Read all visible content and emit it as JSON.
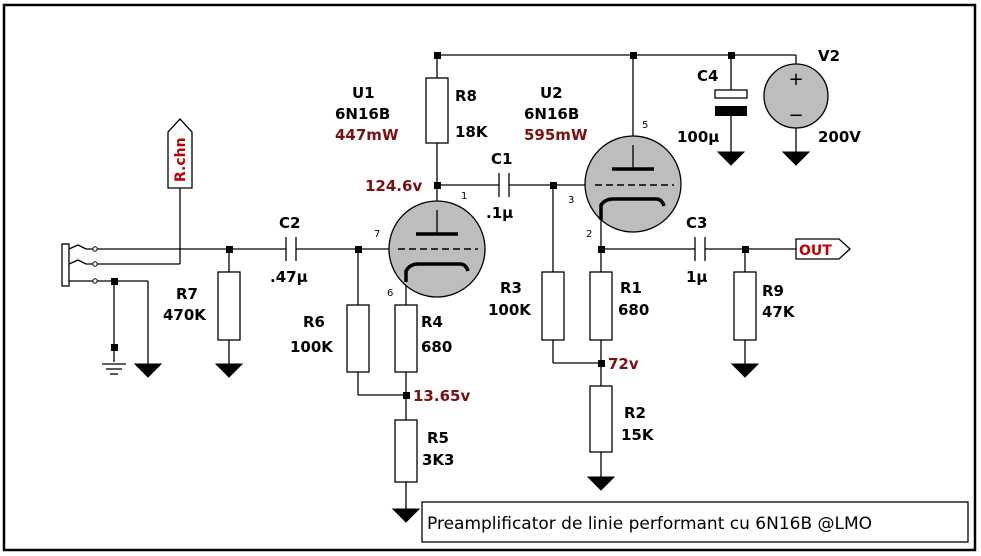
{
  "title": "Preamplificator de linie performant cu 6N16B @LMO",
  "tags": {
    "input": "R.chn",
    "output": "OUT"
  },
  "tubes": [
    {
      "ref": "U1",
      "type": "6N16B",
      "power": "447mW",
      "pins": [
        "1",
        "7",
        "6"
      ]
    },
    {
      "ref": "U2",
      "type": "6N16B",
      "power": "595mW",
      "pins": [
        "5",
        "3",
        "2"
      ]
    }
  ],
  "resistors": [
    {
      "ref": "R1",
      "value": "680"
    },
    {
      "ref": "R2",
      "value": "15K"
    },
    {
      "ref": "R3",
      "value": "100K"
    },
    {
      "ref": "R4",
      "value": "680"
    },
    {
      "ref": "R5",
      "value": "3K3"
    },
    {
      "ref": "R6",
      "value": "100K"
    },
    {
      "ref": "R7",
      "value": "470K"
    },
    {
      "ref": "R8",
      "value": "18K"
    },
    {
      "ref": "R9",
      "value": "47K"
    }
  ],
  "capacitors": [
    {
      "ref": "C1",
      "value": ".1µ"
    },
    {
      "ref": "C2",
      "value": ".47µ"
    },
    {
      "ref": "C3",
      "value": "1µ"
    },
    {
      "ref": "C4",
      "value": "100µ"
    }
  ],
  "supply": {
    "ref": "V2",
    "value": "200V",
    "plus": "+",
    "minus": "−"
  },
  "voltages": {
    "plate1": "124.6v",
    "cathode1": "13.65v",
    "cathode2": "72v"
  }
}
